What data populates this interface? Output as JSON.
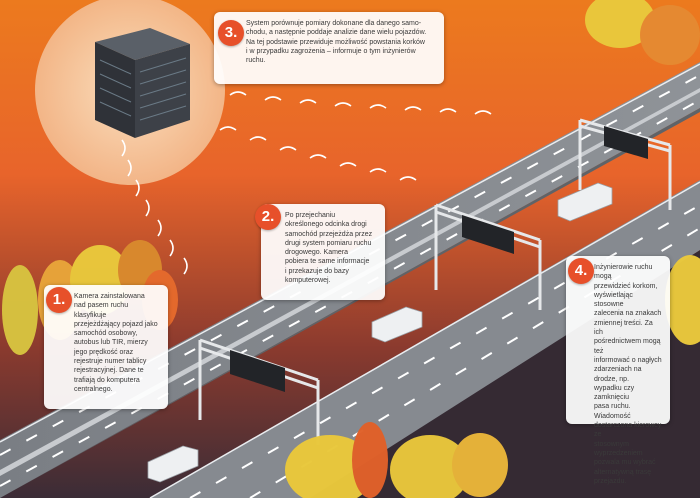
{
  "colors": {
    "sky_top": "#f07a1c",
    "sky_mid": "#e8602a",
    "ground": "#3c2d38",
    "road": "#7f8388",
    "callout_number": "#e7502a",
    "tree_yellow": "#e8c63c",
    "tree_orange": "#e0612a"
  },
  "callouts": [
    {
      "number": "1.",
      "text": "Kamera zainstalowana\nnad pasem ruchu klasyfikuje\nprzejeżdżający pojazd jako\nsamochód osobowy,\nautobus lub TIR, mierzy\njego prędkość oraz\nrejestruje numer tablicy\nrejestracyjnej. Dane te\ntrafiają do komputera\ncentralnego."
    },
    {
      "number": "2.",
      "text": "Po przejechaniu\nokreślonego odcinka drogi\nsamochód przejeżdża przez\ndrugi system pomiaru ruchu\ndrogowego. Kamera\npobiera te same informacje\ni przekazuje do bazy\nkomputerowej."
    },
    {
      "number": "3.",
      "text": "System porównuje pomiary dokonane dla danego samo-\nchodu, a następnie poddaje analizie dane wielu pojazdów.\nNa tej podstawie przewiduje możliwość powstania korków\ni w przypadku zagrożenia – informuje o tym inżynierów\nruchu."
    },
    {
      "number": "4.",
      "text": "Inżynierowie ruchu mogą\nprzewidzieć korkom,\nwyświetlając stosowne\nzalecenia na znakach\nzmiennej treści. Za ich\npośrednictwem mogą też\ninformować o nagłych\nzdarzeniach na drodze, np.\nwypadku czy zamknięciu\npasa ruchu. Wiadomość\ndostarczona kierowcy ze\nstosownym wyprzedzeniem\npozwala mu wybrać\nalternatywną trasę\nprzejazdu."
    }
  ]
}
